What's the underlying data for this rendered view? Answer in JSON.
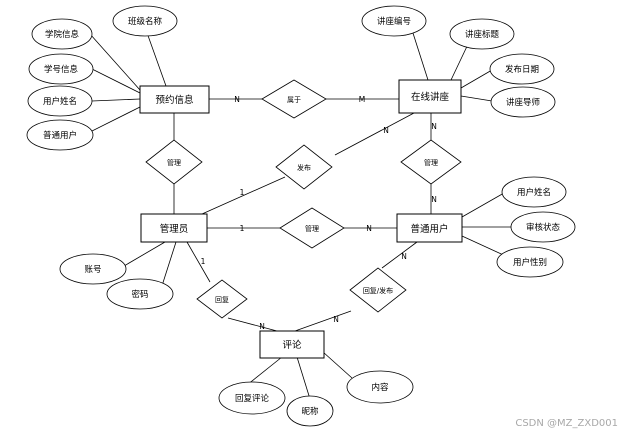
{
  "entities": {
    "reservation": "预约信息",
    "lecture": "在线讲座",
    "admin": "管理员",
    "user": "普通用户",
    "comment": "评论"
  },
  "attributes": {
    "reservation": [
      "学院信息",
      "班级名称",
      "学号信息",
      "用户姓名",
      "普通用户"
    ],
    "lecture": [
      "讲座编号",
      "讲座标题",
      "发布日期",
      "讲座导师"
    ],
    "user": [
      "用户姓名",
      "审核状态",
      "用户性别"
    ],
    "admin": [
      "账号",
      "密码"
    ],
    "comment": [
      "回复评论",
      "昵称",
      "内容"
    ]
  },
  "relationships": {
    "belongs": "属于",
    "manage_reservation": "管理",
    "publish": "发布",
    "manage_lecture": "管理",
    "manage_user": "管理",
    "reply": "回复",
    "comment_publish": "回复/发布"
  },
  "cardinality": {
    "belongs_reservation": "N",
    "belongs_lecture": "M",
    "admin_publish": "1",
    "publish_lecture": "N",
    "manage_lecture_lecture": "N",
    "manage_lecture_user": "N",
    "admin_user_admin": "1",
    "admin_user_user": "N",
    "reply_admin": "1",
    "reply_comment": "N",
    "comment_user": "N",
    "comment_comment": "N"
  },
  "watermark": "CSDN @MZ_ZXD001"
}
